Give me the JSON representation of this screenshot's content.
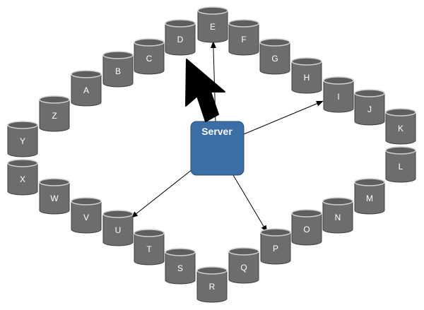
{
  "server": {
    "label": "Server",
    "color": "#3a6ea5"
  },
  "colors": {
    "drum_body": "#6d6d6d",
    "drum_top": "#5e5e5e",
    "arrow": "#000000"
  },
  "drums": [
    {
      "label": "E"
    },
    {
      "label": "D"
    },
    {
      "label": "F"
    },
    {
      "label": "C"
    },
    {
      "label": "G"
    },
    {
      "label": "B"
    },
    {
      "label": "H"
    },
    {
      "label": "A"
    },
    {
      "label": "I"
    },
    {
      "label": "J"
    },
    {
      "label": "Z"
    },
    {
      "label": "K"
    },
    {
      "label": "Y"
    },
    {
      "label": "L"
    },
    {
      "label": "X"
    },
    {
      "label": "M"
    },
    {
      "label": "W"
    },
    {
      "label": "N"
    },
    {
      "label": "V"
    },
    {
      "label": "O"
    },
    {
      "label": "U"
    },
    {
      "label": "P"
    },
    {
      "label": "T"
    },
    {
      "label": "Q"
    },
    {
      "label": "S"
    },
    {
      "label": "R"
    }
  ],
  "arrows": [
    "E",
    "I",
    "P",
    "U"
  ],
  "cursor": {
    "icon": "mouse-pointer-icon"
  }
}
